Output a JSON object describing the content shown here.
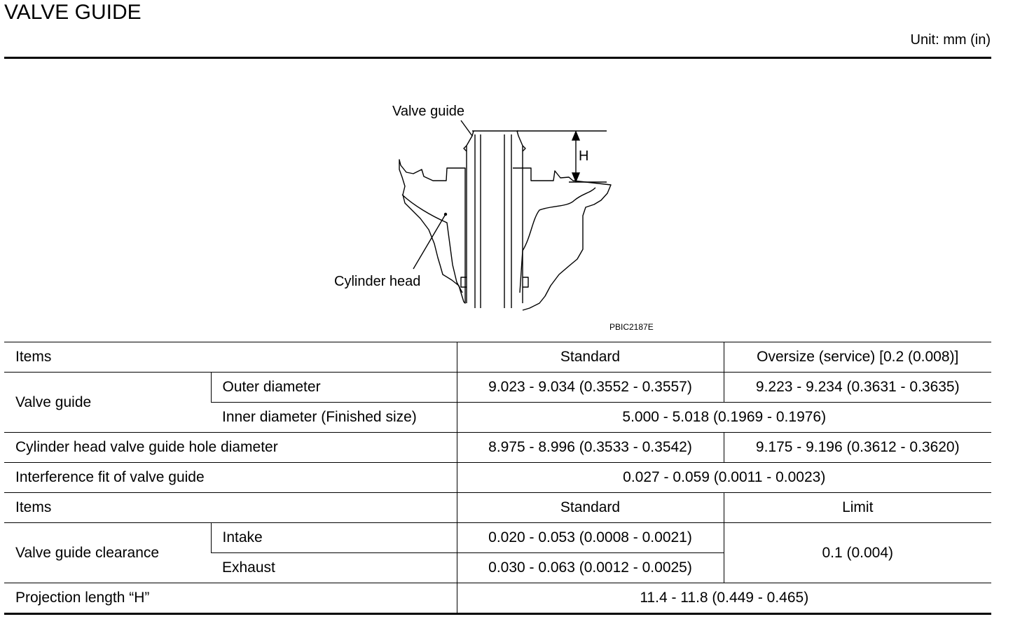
{
  "header": {
    "title": "VALVE GUIDE",
    "unit": "Unit: mm (in)"
  },
  "figure": {
    "label_valve_guide": "Valve guide",
    "label_cylinder_head": "Cylinder head",
    "label_h": "H",
    "code": "PBIC2187E"
  },
  "table": {
    "header1": {
      "items": "Items",
      "standard": "Standard",
      "oversize": "Oversize (service) [0.2 (0.008)]"
    },
    "valve_guide": {
      "label": "Valve guide",
      "outer": {
        "label": "Outer diameter",
        "standard": "9.023 - 9.034 (0.3552 - 0.3557)",
        "oversize": "9.223 - 9.234 (0.3631 - 0.3635)"
      },
      "inner": {
        "label": "Inner diameter (Finished size)",
        "value": "5.000 - 5.018 (0.1969 - 0.1976)"
      }
    },
    "hole_diameter": {
      "label": "Cylinder head valve guide hole diameter",
      "standard": "8.975 - 8.996 (0.3533 - 0.3542)",
      "oversize": "9.175 - 9.196 (0.3612 - 0.3620)"
    },
    "interference": {
      "label": "Interference fit of valve guide",
      "value": "0.027 - 0.059 (0.0011 - 0.0023)"
    },
    "header2": {
      "items": "Items",
      "standard": "Standard",
      "limit": "Limit"
    },
    "clearance": {
      "label": "Valve guide clearance",
      "intake": {
        "label": "Intake",
        "standard": "0.020 - 0.053 (0.0008 - 0.0021)"
      },
      "exhaust": {
        "label": "Exhaust",
        "standard": "0.030 - 0.063 (0.0012 - 0.0025)"
      },
      "limit": "0.1 (0.004)"
    },
    "projection": {
      "label": "Projection length “H”",
      "value": "11.4 - 11.8 (0.449 - 0.465)"
    }
  }
}
